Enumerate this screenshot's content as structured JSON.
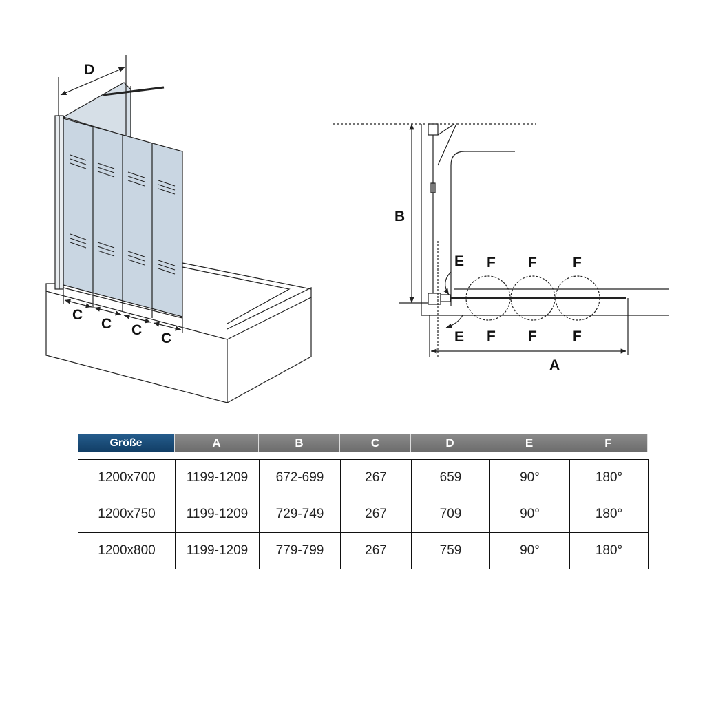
{
  "diagram": {
    "perspective_labels": {
      "d": "D",
      "c": [
        "C",
        "C",
        "C",
        "C"
      ]
    },
    "plan_labels": {
      "b": "B",
      "a": "A",
      "e_top": "E",
      "e_bottom": "E",
      "f_top": [
        "F",
        "F",
        "F"
      ],
      "f_bottom": [
        "F",
        "F",
        "F"
      ]
    },
    "colors": {
      "glass": "#c9d6e2",
      "line": "#222222",
      "header_primary": "#17466f",
      "header_grey": "#777777"
    }
  },
  "table": {
    "headers": [
      "Größe",
      "A",
      "B",
      "C",
      "D",
      "E",
      "F"
    ],
    "rows": [
      [
        "1200x700",
        "1199-1209",
        "672-699",
        "267",
        "659",
        "90°",
        "180°"
      ],
      [
        "1200x750",
        "1199-1209",
        "729-749",
        "267",
        "709",
        "90°",
        "180°"
      ],
      [
        "1200x800",
        "1199-1209",
        "779-799",
        "267",
        "759",
        "90°",
        "180°"
      ]
    ]
  }
}
